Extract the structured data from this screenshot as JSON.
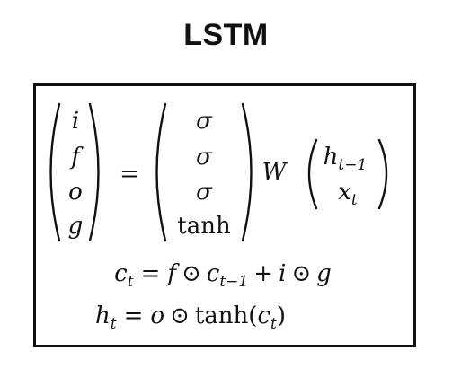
{
  "title": "LSTM",
  "lhs_vector": [
    "i",
    "f",
    "o",
    "g"
  ],
  "rhs_activations": [
    "σ",
    "σ",
    "σ",
    "tanh"
  ],
  "weight_symbol": "W",
  "input_vector": {
    "h": "h",
    "h_sub": "t−1",
    "x": "x",
    "x_sub": "t"
  },
  "operators": {
    "equals": "=",
    "plus": "+",
    "odot": "⊙"
  },
  "cell_equation": {
    "c": "c",
    "c_sub": "t",
    "f": "f",
    "c_prev": "c",
    "c_prev_sub": "t−1",
    "i": "i",
    "g": "g"
  },
  "hidden_equation": {
    "h": "h",
    "h_sub": "t",
    "o": "o",
    "tanh": "tanh",
    "open": "(",
    "c": "c",
    "c_sub": "t",
    "close": ")"
  }
}
